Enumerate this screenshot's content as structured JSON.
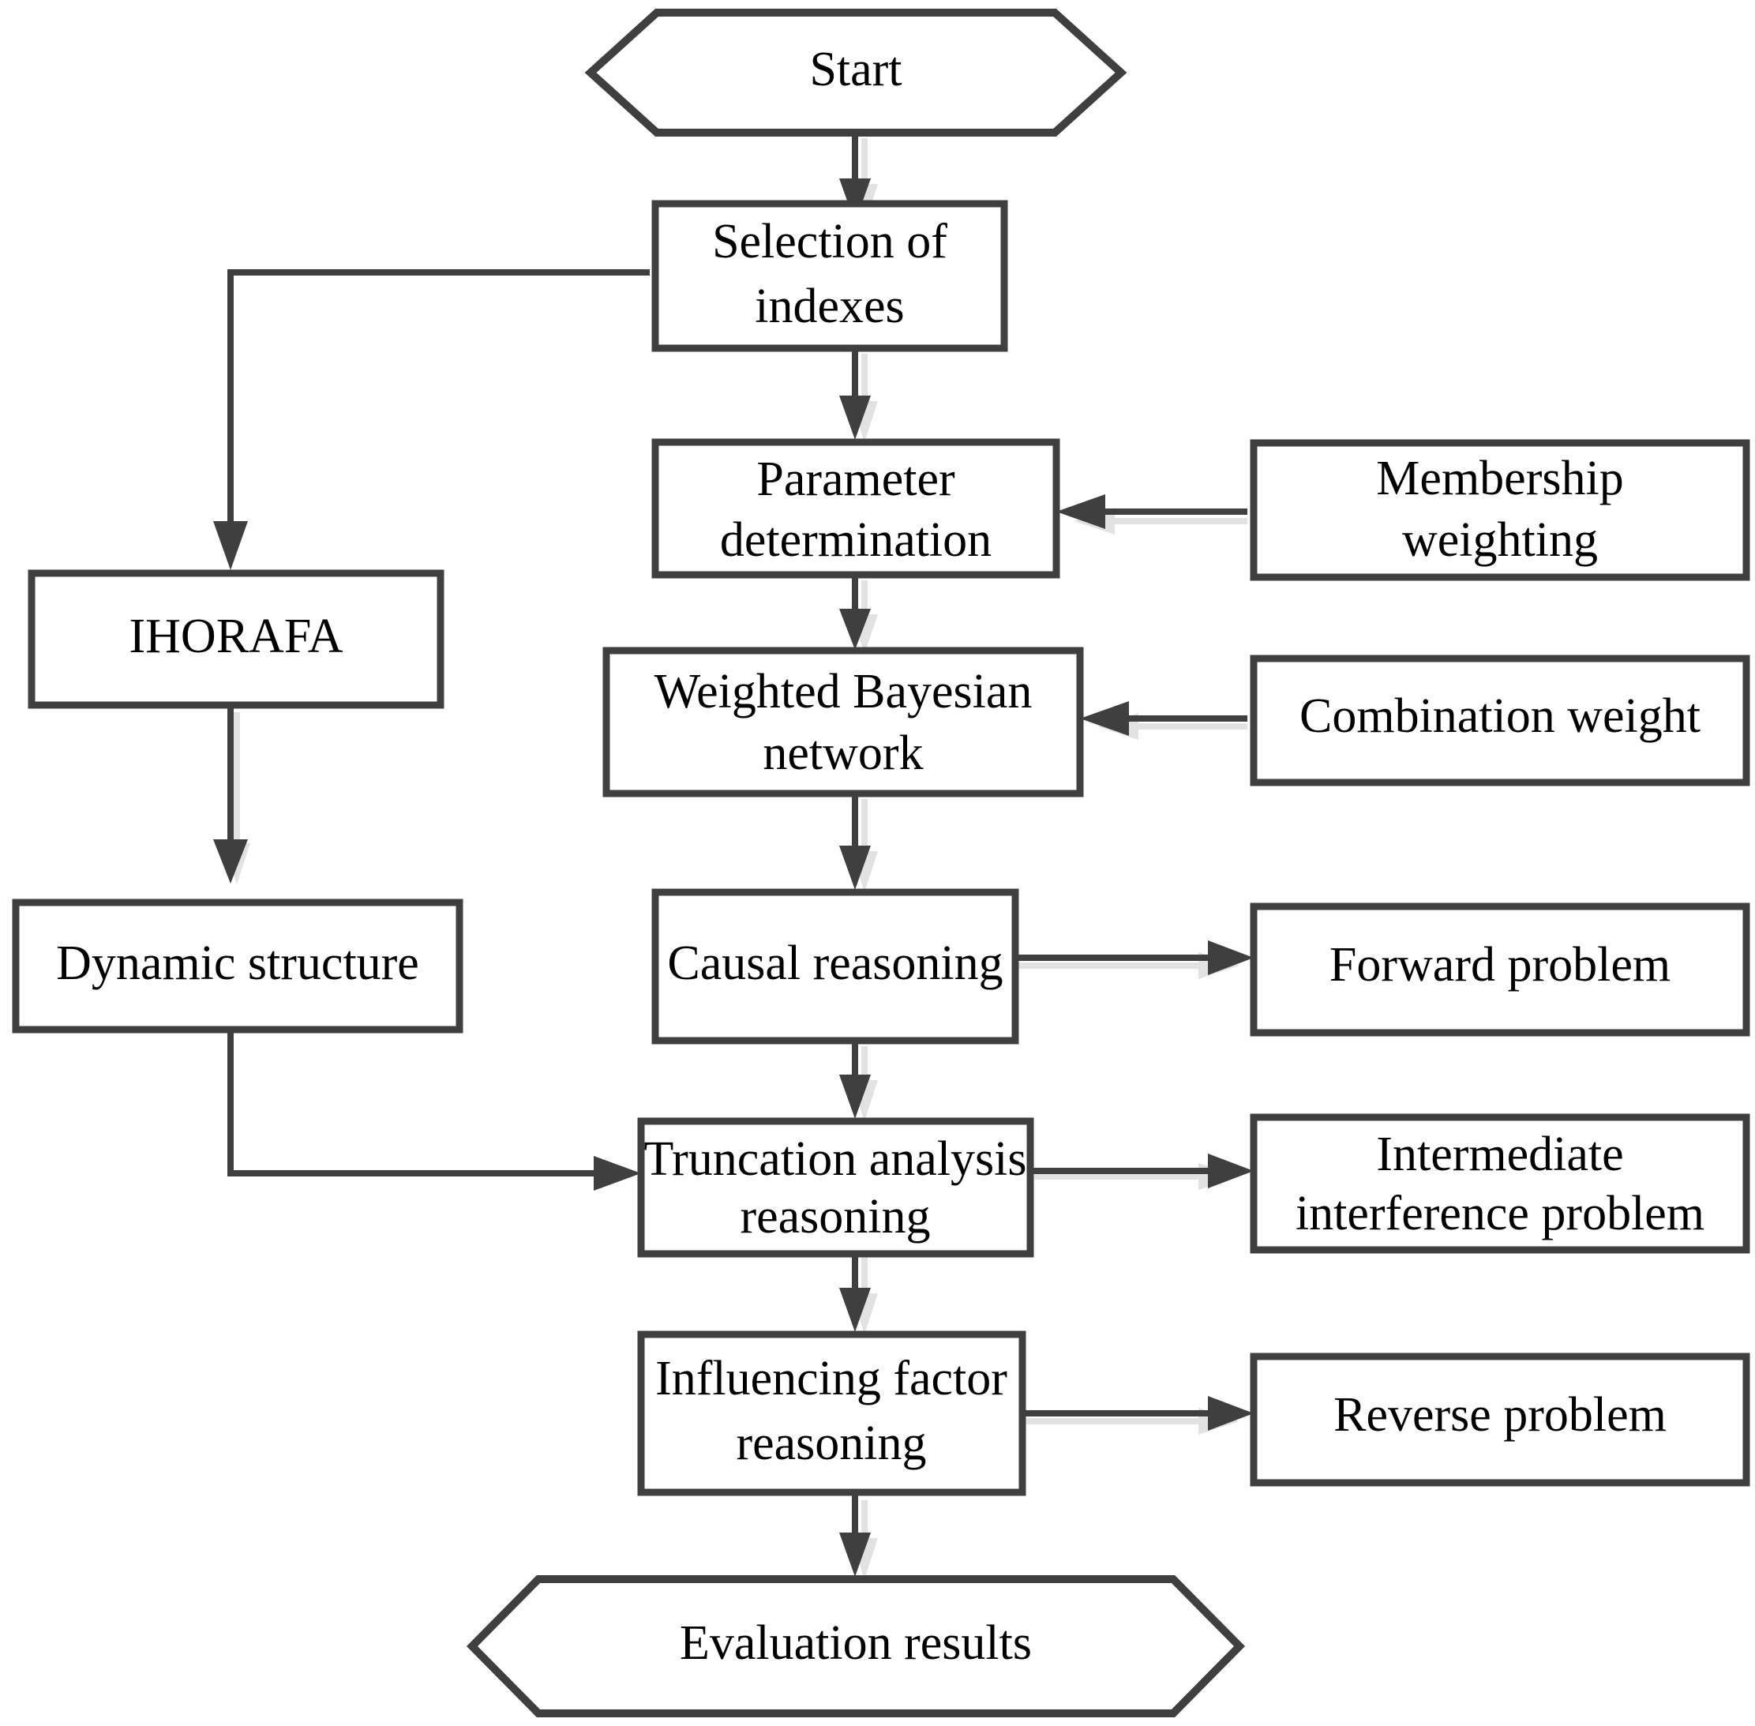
{
  "diagram": {
    "title": "Evaluation flowchart",
    "type": "flowchart",
    "colors": {
      "stroke": "#3f3f3f",
      "fill": "#ffffff",
      "text": "#000000",
      "shadow": "#e2e2e2"
    },
    "nodes": [
      {
        "id": "start",
        "shape": "hexagon",
        "lines": [
          "Start"
        ]
      },
      {
        "id": "selection",
        "shape": "rectangle",
        "lines": [
          "Selection of",
          "indexes"
        ]
      },
      {
        "id": "parameter",
        "shape": "rectangle",
        "lines": [
          "Parameter",
          "determination"
        ]
      },
      {
        "id": "membership",
        "shape": "rectangle",
        "lines": [
          "Membership",
          "weighting"
        ]
      },
      {
        "id": "bayesian",
        "shape": "rectangle",
        "lines": [
          "Weighted Bayesian",
          "network"
        ]
      },
      {
        "id": "combination",
        "shape": "rectangle",
        "lines": [
          "Combination weight"
        ]
      },
      {
        "id": "ihorafa",
        "shape": "rectangle",
        "lines": [
          "IHORAFA"
        ]
      },
      {
        "id": "dynamic",
        "shape": "rectangle",
        "lines": [
          "Dynamic structure"
        ]
      },
      {
        "id": "causal",
        "shape": "rectangle",
        "lines": [
          "Causal reasoning"
        ]
      },
      {
        "id": "forward",
        "shape": "rectangle",
        "lines": [
          "Forward problem"
        ]
      },
      {
        "id": "truncation",
        "shape": "rectangle",
        "lines": [
          "Truncation analysis",
          "reasoning"
        ]
      },
      {
        "id": "intermediate",
        "shape": "rectangle",
        "lines": [
          "Intermediate",
          "interference problem"
        ]
      },
      {
        "id": "influencing",
        "shape": "rectangle",
        "lines": [
          "Influencing factor",
          "reasoning"
        ]
      },
      {
        "id": "reverse",
        "shape": "rectangle",
        "lines": [
          "Reverse problem"
        ]
      },
      {
        "id": "evaluation",
        "shape": "hexagon",
        "lines": [
          "Evaluation results"
        ]
      }
    ],
    "edges": [
      {
        "from": "start",
        "to": "selection",
        "style": "arrow-down"
      },
      {
        "from": "selection",
        "to": "parameter",
        "style": "arrow-down"
      },
      {
        "from": "selection",
        "to": "ihorafa",
        "style": "elbow-left-down"
      },
      {
        "from": "parameter",
        "to": "bayesian",
        "style": "arrow-down"
      },
      {
        "from": "membership",
        "to": "parameter",
        "style": "arrow-left"
      },
      {
        "from": "combination",
        "to": "bayesian",
        "style": "arrow-left"
      },
      {
        "from": "ihorafa",
        "to": "dynamic",
        "style": "arrow-down"
      },
      {
        "from": "bayesian",
        "to": "causal",
        "style": "arrow-down"
      },
      {
        "from": "causal",
        "to": "forward",
        "style": "arrow-right"
      },
      {
        "from": "causal",
        "to": "truncation",
        "style": "arrow-down"
      },
      {
        "from": "dynamic",
        "to": "truncation",
        "style": "elbow-down-right"
      },
      {
        "from": "truncation",
        "to": "intermediate",
        "style": "arrow-right"
      },
      {
        "from": "truncation",
        "to": "influencing",
        "style": "arrow-down"
      },
      {
        "from": "influencing",
        "to": "reverse",
        "style": "arrow-right"
      },
      {
        "from": "influencing",
        "to": "evaluation",
        "style": "arrow-down"
      }
    ],
    "labels": {
      "start": "Start",
      "selection_l1": "Selection of",
      "selection_l2": "indexes",
      "parameter_l1": "Parameter",
      "parameter_l2": "determination",
      "membership_l1": "Membership",
      "membership_l2": "weighting",
      "bayesian_l1": "Weighted Bayesian",
      "bayesian_l2": "network",
      "combination_l1": "Combination weight",
      "ihorafa_l1": "IHORAFA",
      "dynamic_l1": "Dynamic structure",
      "causal_l1": "Causal reasoning",
      "forward_l1": "Forward problem",
      "truncation_l1": "Truncation analysis",
      "truncation_l2": "reasoning",
      "intermediate_l1": "Intermediate",
      "intermediate_l2": "interference problem",
      "influencing_l1": "Influencing factor",
      "influencing_l2": "reasoning",
      "reverse_l1": "Reverse problem",
      "evaluation_l1": "Evaluation results"
    }
  }
}
